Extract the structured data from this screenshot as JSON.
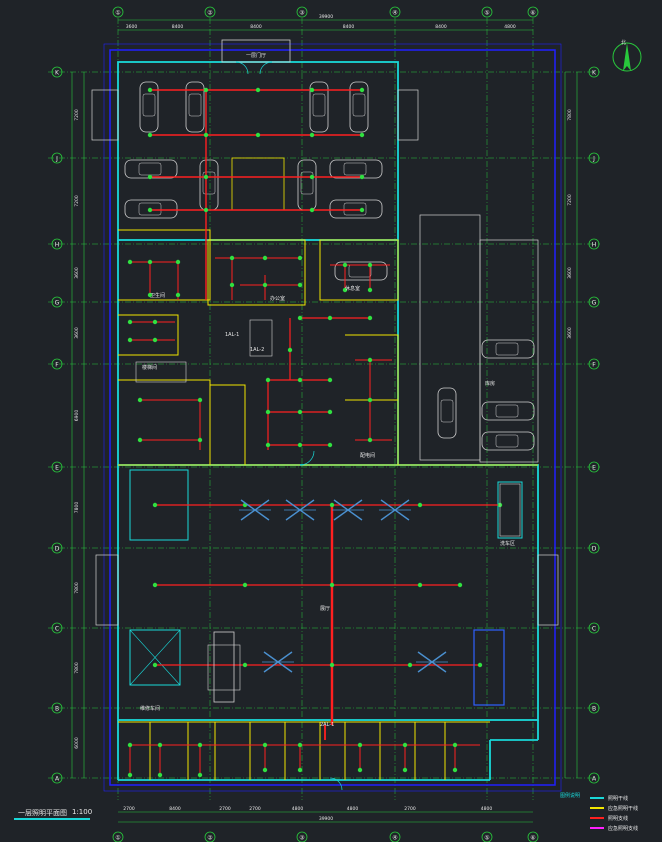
{
  "drawing": {
    "title": "一层照明平面图",
    "scale": "1:100",
    "colors": {
      "background": "#1f2328",
      "wall": "#19d8d8",
      "partition": "#f2e600",
      "axis": "#28c83c",
      "circuit": "#ff2020",
      "fixture": "#30e040",
      "dim": "#2ad0ff",
      "car": "#d0d0d0",
      "outline": "#2020ff"
    },
    "columns": [
      "①",
      "②",
      "③",
      "④",
      "⑤",
      "⑥"
    ],
    "rows": [
      "K",
      "J",
      "H",
      "G",
      "F",
      "E",
      "D",
      "C",
      "B",
      "A"
    ],
    "north_label": "北",
    "top_dims": [
      "3600",
      "8400",
      "8400",
      "8400",
      "8400",
      "4800"
    ],
    "top_total": "39900",
    "bottom_dims": [
      "2700",
      "8400",
      "2700",
      "2700",
      "4800",
      "4800",
      "2700",
      "4800"
    ],
    "bottom_total": "39900",
    "left_dims": [
      "7200",
      "7200",
      "3600",
      "3600",
      "6900",
      "7800",
      "7800",
      "7800",
      "6000"
    ],
    "right_dims": [
      "7800",
      "7200",
      "3600",
      "3600"
    ],
    "room_labels": [
      {
        "text": "一层门厅",
        "icon": "entrance"
      },
      {
        "text": "展厅",
        "icon": "hall"
      },
      {
        "text": "卫生间",
        "icon": "wc"
      },
      {
        "text": "办公室",
        "icon": "office"
      },
      {
        "text": "休息室",
        "icon": "lounge"
      },
      {
        "text": "配电间",
        "icon": "electric"
      },
      {
        "text": "维修车间",
        "icon": "workshop"
      },
      {
        "text": "洗车区",
        "icon": "carwash"
      },
      {
        "text": "库房",
        "icon": "store"
      },
      {
        "text": "楼梯间",
        "icon": "stair"
      },
      {
        "text": "1AL-1",
        "icon": "panel"
      },
      {
        "text": "1AL-2",
        "icon": "panel"
      },
      {
        "text": "2AL-1",
        "icon": "panel"
      }
    ],
    "legend": [
      {
        "text": "照明干线",
        "color": "#19d8d8"
      },
      {
        "text": "应急照明干线",
        "color": "#f2e600"
      },
      {
        "text": "照明支线",
        "color": "#ff2020"
      },
      {
        "text": "应急照明支线",
        "color": "#ff20ff"
      }
    ],
    "legend_title": "图例说明"
  }
}
